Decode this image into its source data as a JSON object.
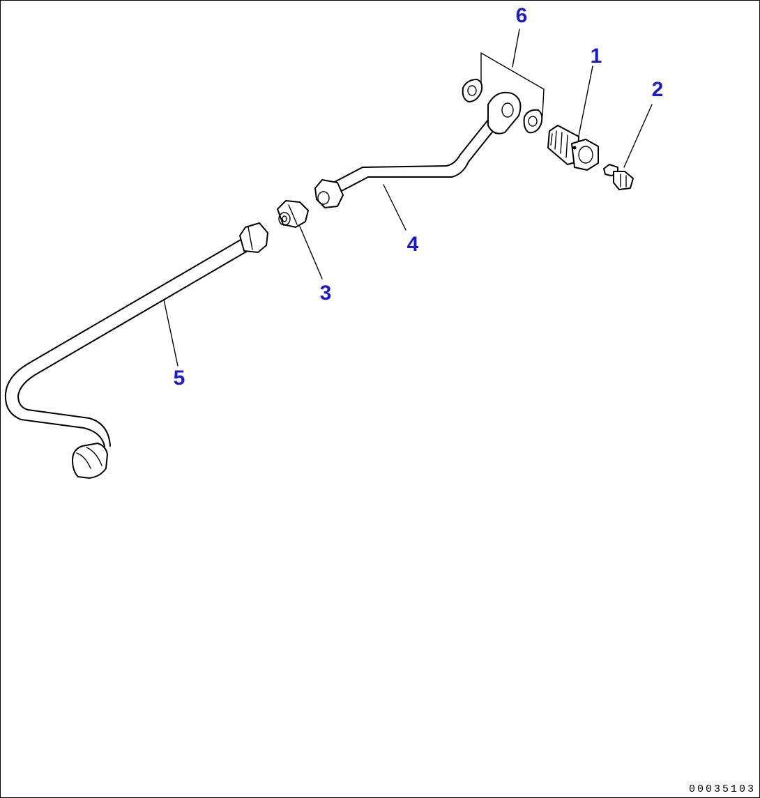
{
  "callouts": {
    "part_1": "1",
    "part_2": "2",
    "part_3": "3",
    "part_4": "4",
    "part_5": "5",
    "part_6": "6"
  },
  "drawing_id": "00035103"
}
